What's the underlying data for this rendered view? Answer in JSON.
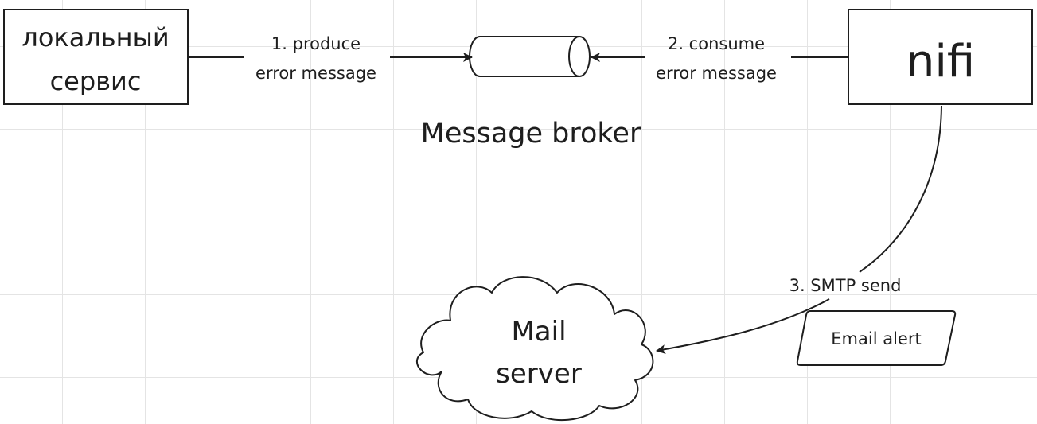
{
  "nodes": {
    "local_service": {
      "lines": [
        "локальный",
        "сервис"
      ]
    },
    "nifi": {
      "label": "nifi"
    },
    "broker": {
      "label": "Message broker"
    },
    "mail_server": {
      "lines": [
        "Mail",
        "server"
      ]
    },
    "email_alert": {
      "label": "Email alert"
    }
  },
  "edges": {
    "produce": {
      "lines": [
        "1. produce",
        "error message"
      ]
    },
    "consume": {
      "lines": [
        "2. consume",
        "error message"
      ]
    },
    "smtp": {
      "label": "3. SMTP send"
    }
  },
  "colors": {
    "stroke": "#1e1e1e",
    "grid": "#e4e4e4",
    "background": "#ffffff"
  }
}
